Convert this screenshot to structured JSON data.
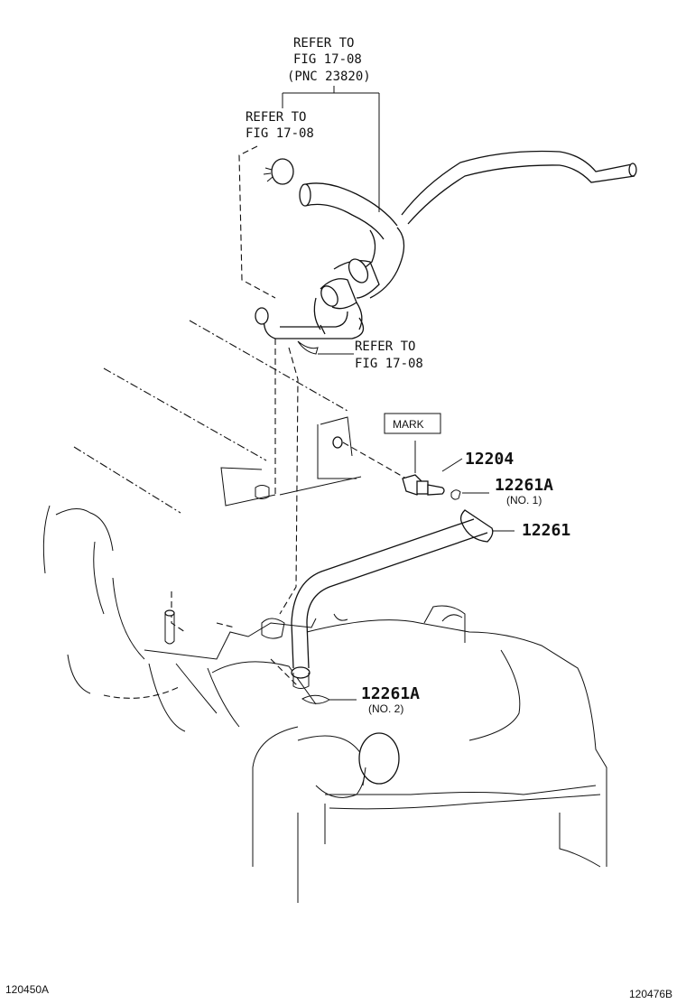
{
  "refs": {
    "pnc_title_1": "REFER TO",
    "pnc_title_2": "FIG 17-08",
    "pnc_title_3": "(PNC 23820)",
    "left_1": "REFER TO",
    "left_2": "FIG 17-08",
    "mid_1": "REFER TO",
    "mid_2": "FIG 17-08"
  },
  "mark_label": "MARK",
  "parts": [
    {
      "number": "12204",
      "sub": ""
    },
    {
      "number": "12261A",
      "sub": "(NO. 1)"
    },
    {
      "number": "12261",
      "sub": ""
    },
    {
      "number": "12261A",
      "sub": "(NO. 2)"
    }
  ],
  "footer": {
    "left_id": "120450A",
    "right_id": "120476B"
  }
}
